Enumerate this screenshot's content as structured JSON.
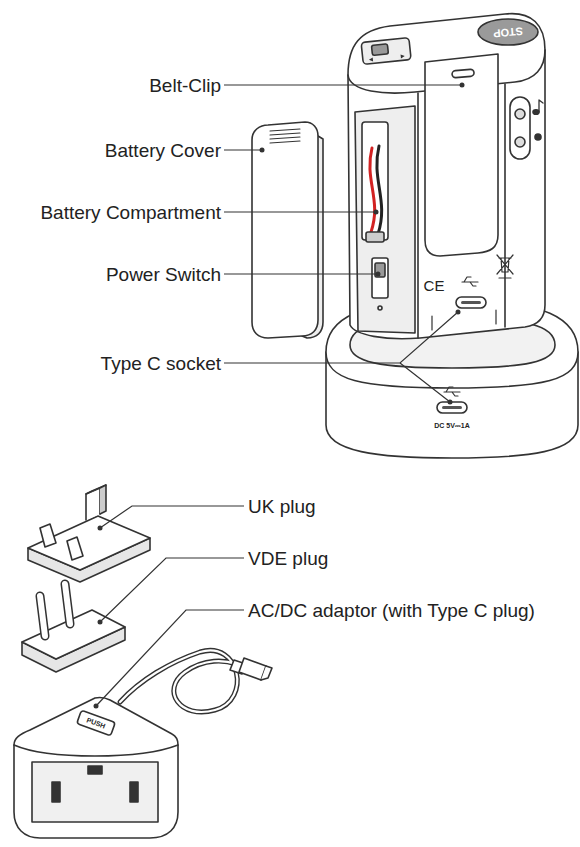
{
  "diagram": {
    "labels": [
      "Belt-Clip",
      "Battery Cover",
      "Battery Compartment",
      "Power Switch",
      "Type C socket",
      "UK plug",
      "VDE plug",
      "AC/DC adaptor (with Type C plug)",
      "STOP",
      "CE",
      "DC 5V⎓1A",
      "PUSH"
    ]
  }
}
